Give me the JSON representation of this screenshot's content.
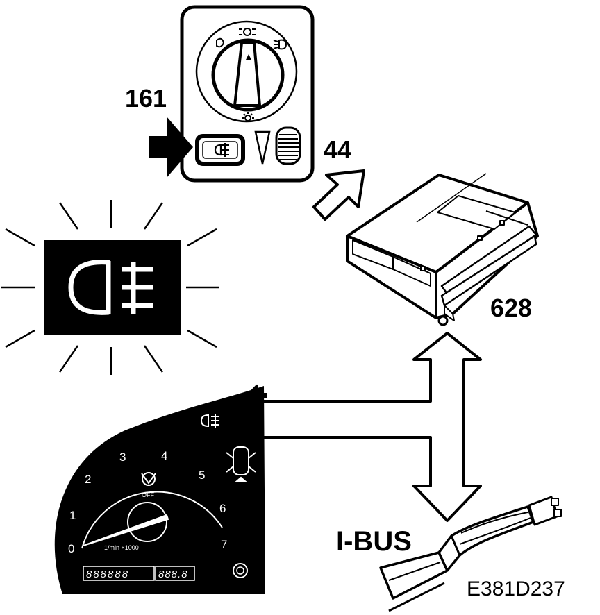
{
  "labels": {
    "switch_ref": "161",
    "signal_ref": "44",
    "module_ref": "628",
    "bus": "I-BUS",
    "figure_code": "E381D237"
  },
  "tachometer": {
    "ticks": [
      "0",
      "1",
      "2",
      "3",
      "4",
      "5",
      "6",
      "7"
    ],
    "unit": "1/min ×1000",
    "off_label": "OFF",
    "odometer": "888888",
    "trip": "888.8"
  },
  "icons": [
    "light-switch-knob-icon",
    "rear-fog-lamp-icon",
    "indicator-lamp-rays-icon",
    "control-module-icon",
    "door-open-icon",
    "wiring-harness-icon"
  ],
  "colors": {
    "ink": "#000000",
    "paper": "#ffffff"
  }
}
